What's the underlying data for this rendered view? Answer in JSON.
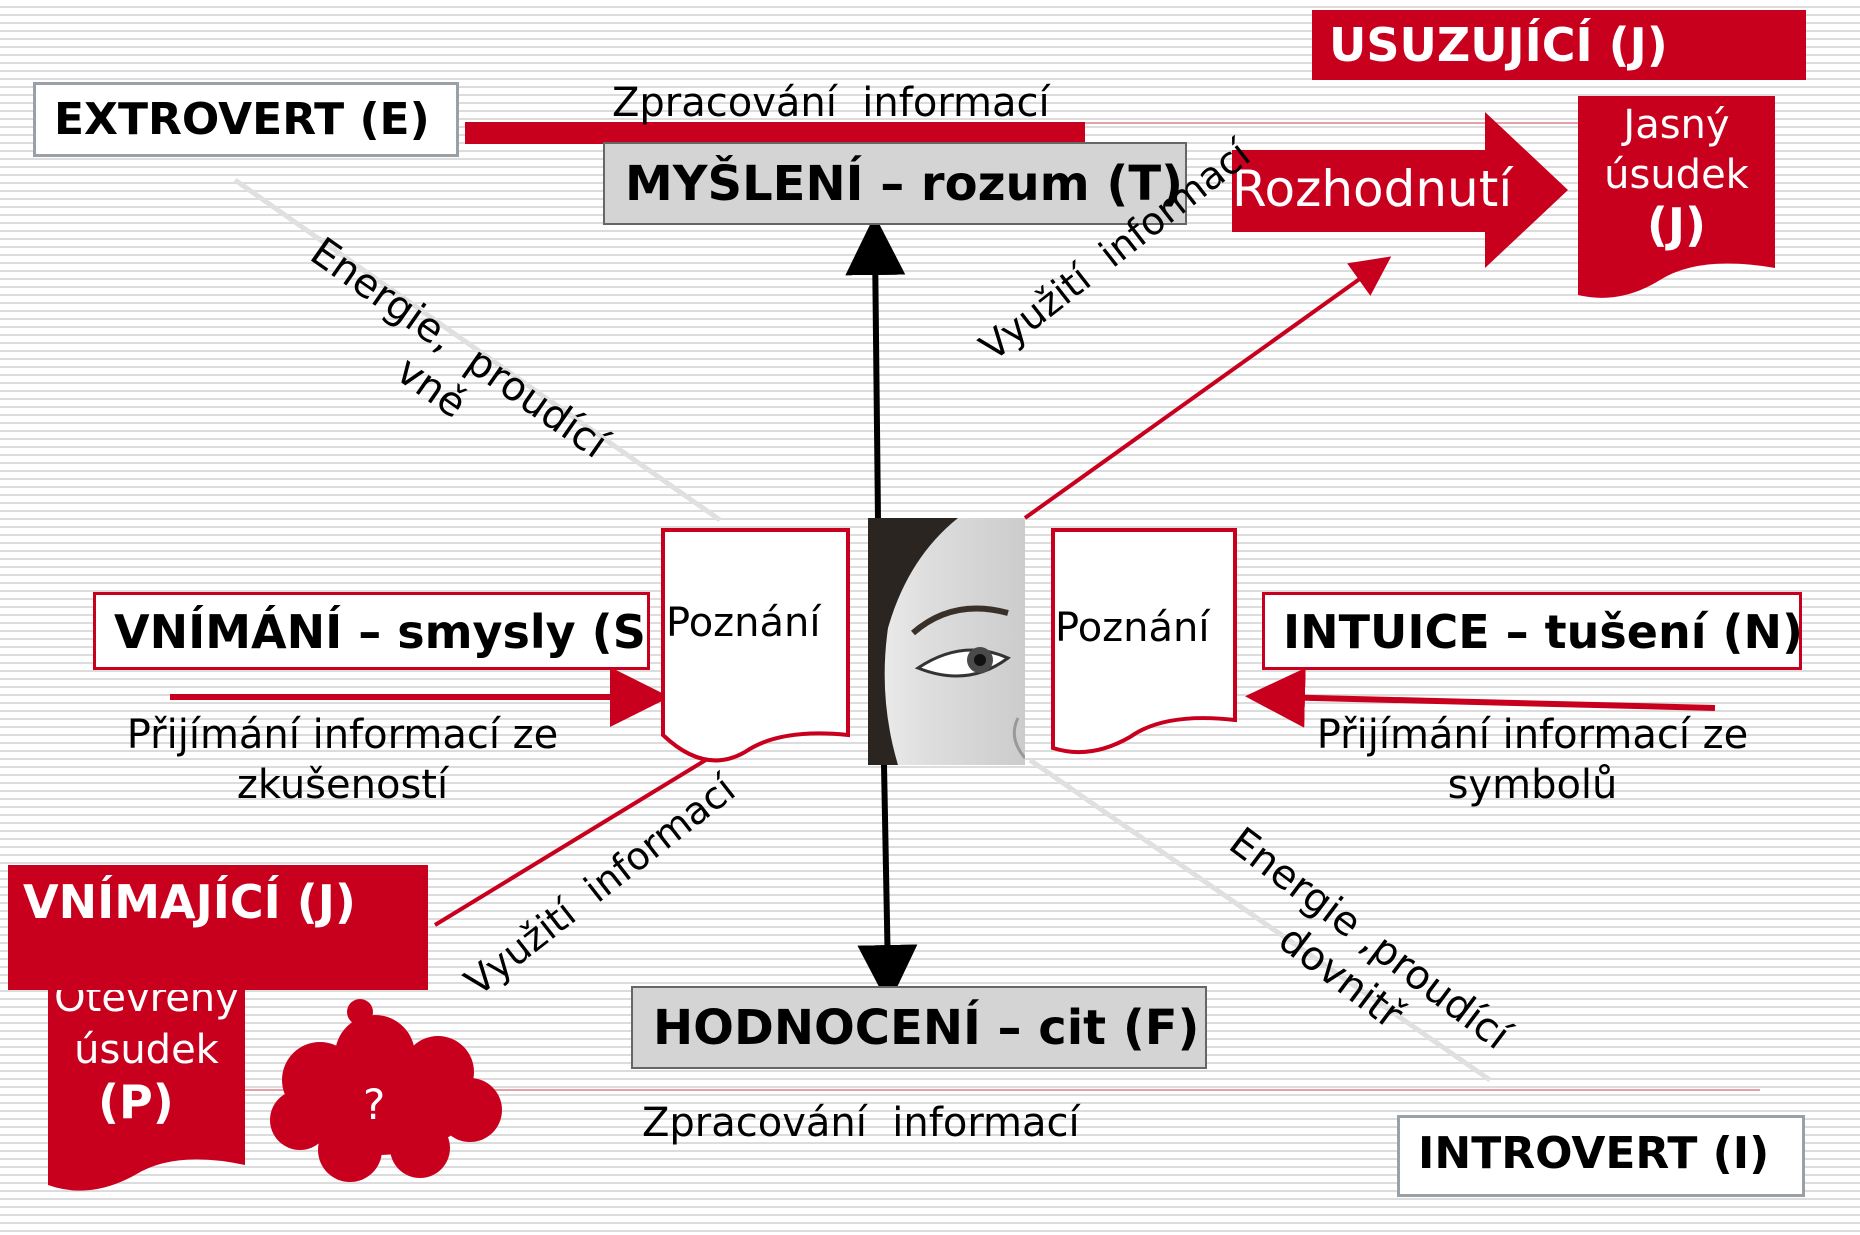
{
  "labels": {
    "extrovert": "EXTROVERT (E)",
    "introvert": "INTROVERT (I)",
    "usuzujici": "USUZUJÍCÍ (J)",
    "vnimajici": "VNÍMAJÍCÍ (J)",
    "mysleni": "MYŠLENÍ – rozum (T)",
    "hodnoceni": "HODNOCENÍ – cit (F)",
    "vnimani": "VNÍMÁNÍ – smysly (S)",
    "intuice": "INTUICE – tušení (N)",
    "rozhodnuti": "Rozhodnutí",
    "jasny_usudek": [
      "Jasný",
      "úsudek",
      "(J)"
    ],
    "otevreny_usudek": [
      "Otevřený",
      "úsudek",
      "(P)"
    ],
    "poznani_left": "Poznání",
    "poznani_right": "Poznání",
    "zpracovani_top": "Zpracování  informací",
    "zpracovani_bottom": "Zpracování  informací",
    "prijimani_left": [
      "Přijímání informací ze",
      "zkušeností"
    ],
    "prijimani_right": [
      "Přijímání informací ze",
      "symbolů"
    ],
    "vyuziti_top": "Využití  informací",
    "vyuziti_bottom": "Využití  informací",
    "energie_vne": [
      "Energie,  proudící",
      "vně"
    ],
    "energie_dovnitr": [
      "Energie ,proudící",
      "dovnitř"
    ],
    "question": "?"
  },
  "colors": {
    "red": "#c8001e",
    "dark_red": "#b00014",
    "grey_box": "#d4d4d4",
    "box_border_grey": "#9aa0a8"
  },
  "icons": {
    "face": "face-eye-image",
    "thought": "thought-cloud-icon"
  }
}
